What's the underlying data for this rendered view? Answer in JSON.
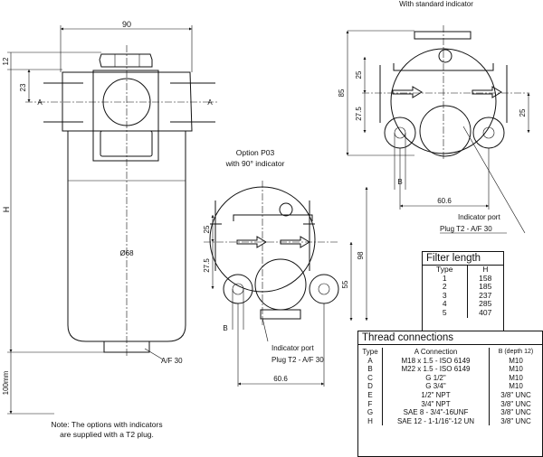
{
  "left_view": {
    "dim_width": "90",
    "dim_top": "12",
    "dim_port": "23",
    "section_mark": "A",
    "dim_height": "H",
    "diameter": "Ø68",
    "hex": "A/F 30",
    "dim_clearance": "100mm"
  },
  "note": {
    "line1": "Note: The options with indicators",
    "line2": "are supplied with a T2 plug."
  },
  "middle_view": {
    "title1": "Option P03",
    "title2": "with 90° indicator",
    "dim_a": "25",
    "dim_b": "27.5",
    "dim_c": "55",
    "dim_d": "98",
    "mark_b": "B",
    "port_label": "Indicator port",
    "plug_label": "Plug T2 - A/F 30",
    "dim_width": "60.6"
  },
  "right_view": {
    "title": "With standard indicator",
    "dim_height": "85",
    "dim_a": "25",
    "dim_b": "27.5",
    "dim_c": "25",
    "mark_b": "B",
    "dim_width": "60.6",
    "port_label": "Indicator port",
    "plug_label": "Plug T2 - A/F 30"
  },
  "filter_length": {
    "title": "Filter length",
    "headers": [
      "Type",
      "H"
    ],
    "rows": [
      [
        "1",
        "158"
      ],
      [
        "2",
        "185"
      ],
      [
        "3",
        "237"
      ],
      [
        "4",
        "285"
      ],
      [
        "5",
        "407"
      ]
    ]
  },
  "thread_connections": {
    "title": "Thread connections",
    "headers": [
      "Type",
      "A  Connection",
      "B (depth 12)"
    ],
    "rows": [
      [
        "A",
        "M18 x 1.5 - ISO 6149",
        "M10"
      ],
      [
        "B",
        "M22 x 1.5 - ISO 6149",
        "M10"
      ],
      [
        "C",
        "G 1/2\"",
        "M10"
      ],
      [
        "D",
        "G 3/4\"",
        "M10"
      ],
      [
        "E",
        "1/2\" NPT",
        "3/8\" UNC"
      ],
      [
        "F",
        "3/4\" NPT",
        "3/8\" UNC"
      ],
      [
        "G",
        "SAE 8 - 3/4\"-16UNF",
        "3/8\" UNC"
      ],
      [
        "H",
        "SAE 12 - 1-1/16\"-12 UN",
        "3/8\" UNC"
      ]
    ]
  }
}
